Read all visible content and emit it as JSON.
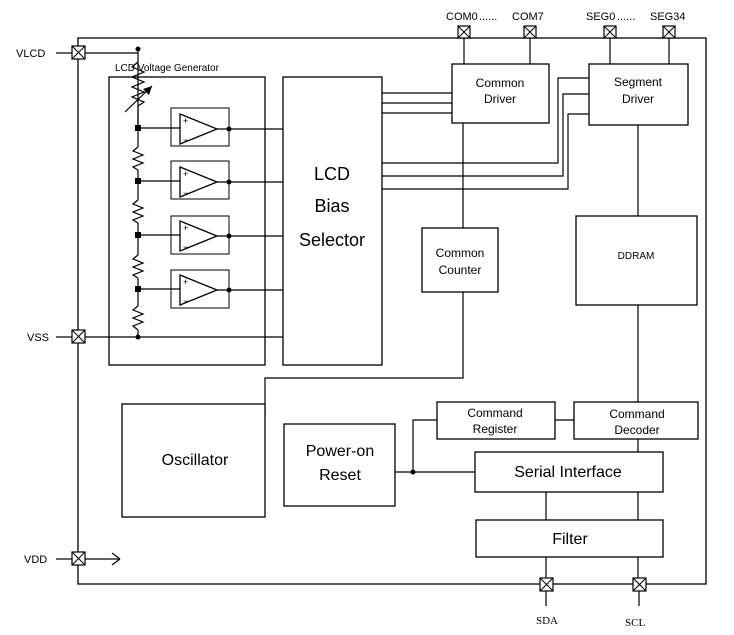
{
  "pins": {
    "vlcd": "VLCD",
    "vss": "VSS",
    "vdd": "VDD",
    "com0": "COM0",
    "com7": "COM7",
    "seg0": "SEG0",
    "seg34": "SEG34",
    "top_dots": "......",
    "sda": "SDA",
    "scl": "SCL"
  },
  "blocks": {
    "lcd_voltage_generator": "LCD Voltage Generator",
    "lcd_bias_line1": "LCD",
    "lcd_bias_line2": "Bias",
    "lcd_bias_line3": "Selector",
    "common_driver_line1": "Common",
    "common_driver_line2": "Driver",
    "segment_driver_line1": "Segment",
    "segment_driver_line2": "Driver",
    "common_counter_line1": "Common",
    "common_counter_line2": "Counter",
    "ddram": "DDRAM",
    "oscillator": "Oscillator",
    "power_on_reset_line1": "Power-on",
    "power_on_reset_line2": "Reset",
    "command_register_line1": "Command",
    "command_register_line2": "Register",
    "command_decoder_line1": "Command",
    "command_decoder_line2": "Decoder",
    "serial_interface": "Serial Interface",
    "filter": "Filter"
  },
  "opamp_sign": {
    "plus": "+",
    "minus": "−"
  }
}
